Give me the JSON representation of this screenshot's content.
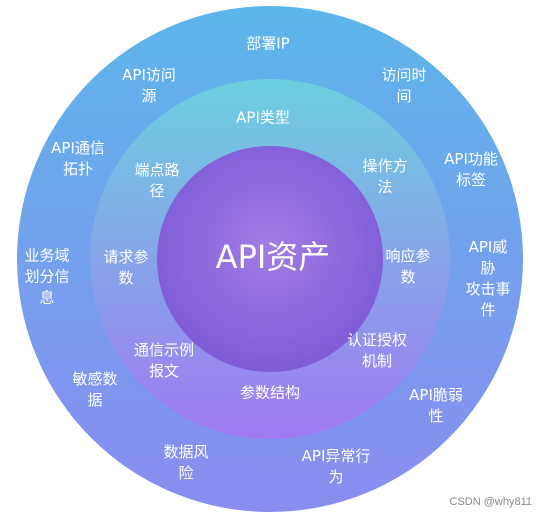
{
  "center": {
    "title": "API资产"
  },
  "middle_ring": [
    {
      "id": "api-type",
      "text": "API类型"
    },
    {
      "id": "operation-method",
      "text": "操作方\n法"
    },
    {
      "id": "response-params",
      "text": "响应参\n数"
    },
    {
      "id": "auth-mechanism",
      "text": "认证授权\n机制"
    },
    {
      "id": "param-structure",
      "text": "参数结构"
    },
    {
      "id": "comm-example",
      "text": "通信示例\n报文"
    },
    {
      "id": "request-params",
      "text": "请求参\n数"
    },
    {
      "id": "endpoint-path",
      "text": "端点路\n径"
    }
  ],
  "outer_ring": [
    {
      "id": "deploy-ip",
      "text": "部署IP"
    },
    {
      "id": "access-time",
      "text": "访问时\n间"
    },
    {
      "id": "func-tags",
      "text": "API功能\n标签"
    },
    {
      "id": "threat-events",
      "text": "API威胁\n攻击事\n件"
    },
    {
      "id": "vulnerability",
      "text": "API脆弱\n性"
    },
    {
      "id": "abnormal-behavior",
      "text": "API异常行\n为"
    },
    {
      "id": "data-risk",
      "text": "数据风\n险"
    },
    {
      "id": "sensitive-data",
      "text": "敏感数\n据"
    },
    {
      "id": "business-domain",
      "text": "业务域\n划分信\n息"
    },
    {
      "id": "comm-topology",
      "text": "API通信\n拓扑"
    },
    {
      "id": "access-source",
      "text": "API访问\n源"
    }
  ],
  "watermark": "CSDN @why811",
  "colors": {
    "outer_top": "#5cb6ea",
    "outer_bottom": "#8a8cf0",
    "middle_top": "#6ccfe0",
    "middle_bottom": "#9b7bf0",
    "inner_top": "#9a72e0",
    "inner_bottom": "#7a5ad8"
  }
}
